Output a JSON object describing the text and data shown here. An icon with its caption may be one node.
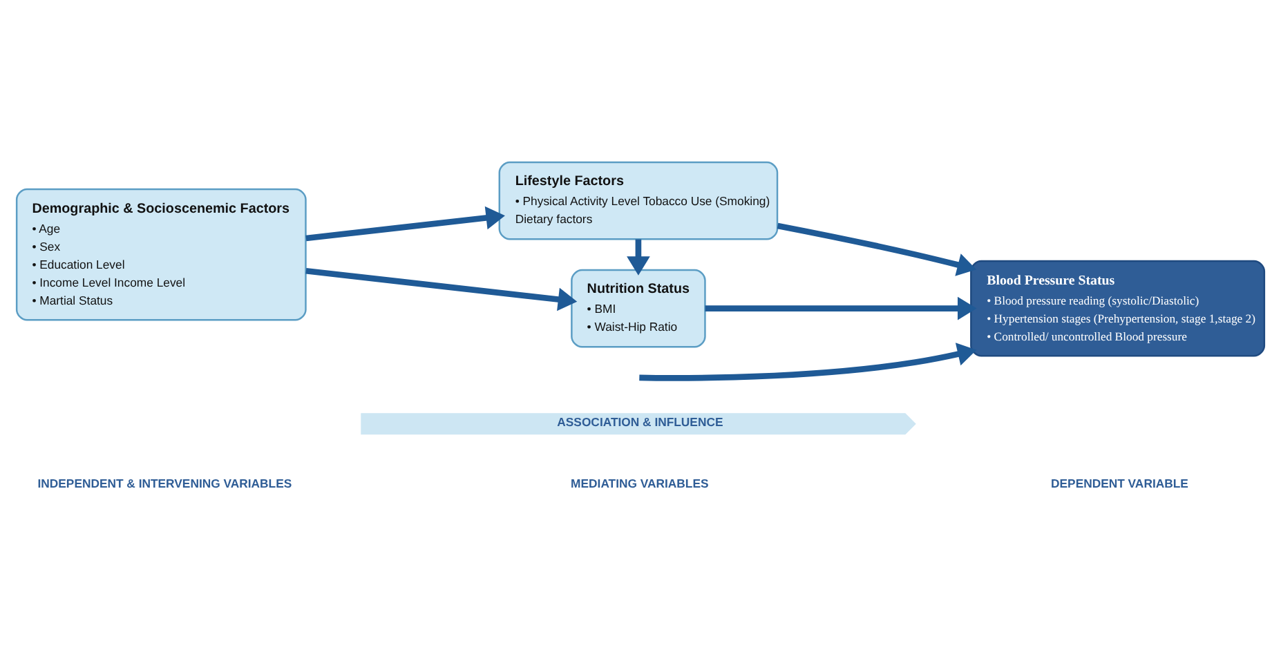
{
  "diagram": {
    "nodes": [
      {
        "text": [
          "Demographic & Socioscenemic Factors",
          "• Age",
          "• Sex",
          "• Education Level",
          "• Income Level Income Level",
          "• Martial Status"
        ]
      },
      {
        "text": [
          "Lifestyle Factors",
          "• Physical Activity Level Tobacco Use (Smoking)",
          "Dietary factors"
        ]
      },
      {
        "text": [
          "Nutrition Status",
          "• BMI",
          "• Waist-Hip Ratio"
        ]
      },
      {
        "text": [
          "Blood Pressure Status",
          "• Blood pressure reading (systolic/Diastolic)",
          "• Hypertension stages (Prehypertension, stage 1,stage 2)",
          "• Controlled/ uncontrolled Blood pressure"
        ]
      }
    ],
    "edges": [
      {
        "from": 0,
        "to": 1,
        "arrow": "to"
      },
      {
        "from": 0,
        "to": 2,
        "arrow": "to"
      },
      {
        "from": 1,
        "to": 2,
        "arrow": "to"
      },
      {
        "from": 1,
        "to": 3,
        "arrow": "to"
      },
      {
        "from": null,
        "to": 3,
        "arrow": "to"
      },
      {
        "from": 2,
        "to": 3,
        "arrow": "to"
      }
    ],
    "labels": [
      "INDEPENDENT & INTERVENING VARIABLES",
      "MEDIATING VARIABLES",
      "DEPENDENT VARIABLE",
      "ASSOCIATION & INFLUENCE"
    ]
  }
}
